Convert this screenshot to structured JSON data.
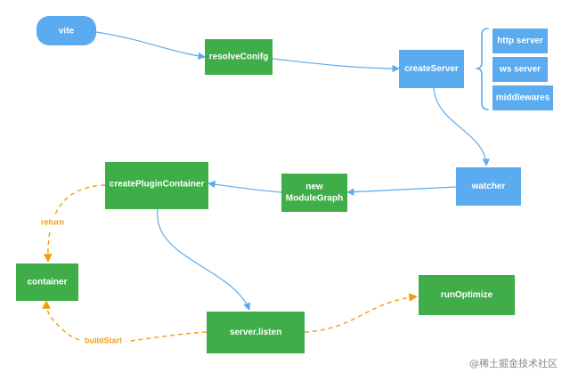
{
  "nodes": {
    "vite": "vite",
    "resolveConfig": "resolveConifg",
    "createServer": "createServer",
    "httpServer": "http server",
    "wsServer": "ws server",
    "middlewares": "middlewares",
    "watcher": "watcher",
    "moduleGraphLine1": "new",
    "moduleGraphLine2": "ModuleGraph",
    "createPluginContainer": "createPluginContainer",
    "container": "container",
    "serverListen": "server.listen",
    "runOptimize": "runOptimize"
  },
  "edge_labels": {
    "return": "return",
    "buildStart": "buildStart"
  },
  "watermark": "@稀土掘金技术社区",
  "colors": {
    "blue_node": "#5aabf0",
    "green_node": "#3fae49",
    "blue_edge": "#5aabf0",
    "orange_edge": "#f39c12",
    "orange_text": "#f39c12",
    "watermark_text": "#888888"
  }
}
